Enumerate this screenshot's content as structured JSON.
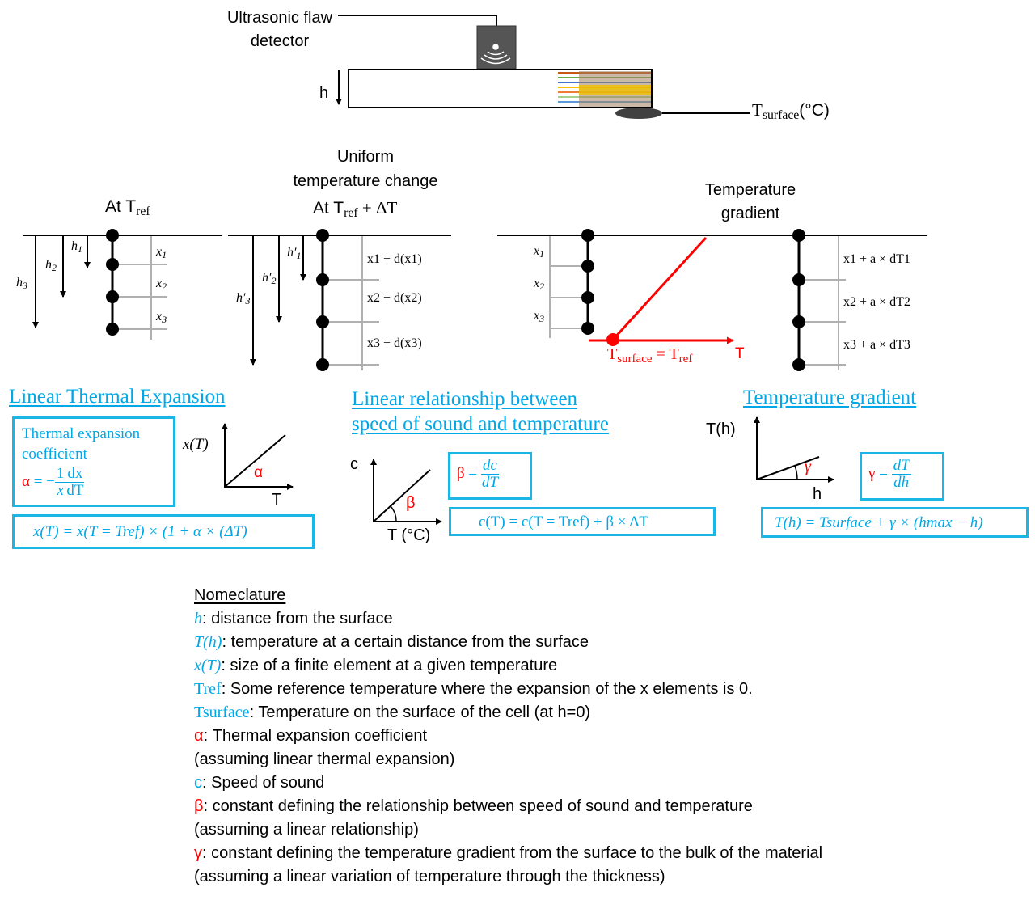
{
  "setup": {
    "detector_label_1": "Ultrasonic flaw",
    "detector_label_2": "detector",
    "h_label": "h",
    "tsurface_T": "T",
    "tsurface_sub": "surface",
    "tsurface_unit": "(°C)"
  },
  "panels": {
    "at_tref_prefix": "At T",
    "at_tref_sub": "ref",
    "uniform_line1": "Uniform",
    "uniform_line2": "temperature change",
    "at_tref_dt_prefix": "At T",
    "at_tref_dt_sub": "ref",
    "at_tref_dt_suffix": " + ΔT",
    "gradient_line1": "Temperature",
    "gradient_line2": "gradient",
    "h_labels": [
      "h",
      "h",
      "h"
    ],
    "h_subs": [
      "1",
      "2",
      "3"
    ],
    "hp_labels": [
      "h′",
      "h′",
      "h′"
    ],
    "x_labels": [
      "x",
      "x",
      "x"
    ],
    "x_subs": [
      "1",
      "2",
      "3"
    ],
    "dx_labels": [
      "x1 + d(x1)",
      "x2 + d(x2)",
      "x3 + d(x3)"
    ],
    "adt_labels": [
      "x1 + a × dT1",
      "x2 + a × dT2",
      "x3 + a × dT3"
    ],
    "tsurf_eq_T": "T",
    "tsurf_eq_sub": "surface",
    "tsurf_eq_mid": " = T",
    "tsurf_eq_sub2": "ref",
    "t_axis": "T"
  },
  "sections": {
    "linear_thermal": "Linear Thermal Expansion",
    "linear_sound_1": "Linear relationship between",
    "linear_sound_2": "speed of sound and temperature",
    "temp_gradient": "Temperature gradient"
  },
  "thermal": {
    "coef_line1": "Thermal expansion",
    "coef_line2": "coefficient",
    "alpha": "α",
    "eq_one": "1",
    "eq_dx": "dx",
    "eq_x": "x",
    "eq_dT": "dT",
    "axis_y": "x(T)",
    "axis_x": "T",
    "angle": "α",
    "formula": "x(T) = x(T = Tref) × (1 + α × (ΔT)"
  },
  "sound": {
    "axis_y": "c",
    "axis_x": "T (°C)",
    "angle": "β",
    "beta": "β",
    "dc": "dc",
    "dT": "dT",
    "formula": "c(T) = c(T = Tref) + β × ΔT"
  },
  "gradient": {
    "axis_y": "T(h)",
    "axis_x": "h",
    "angle": "γ",
    "gamma": "γ",
    "dT": "dT",
    "dh": "dh",
    "formula": "T(h) = Tsurface + γ × (hmax − h)"
  },
  "nomenclature": {
    "title": "Nomeclature",
    "items": [
      {
        "sym": "h",
        "text": ": distance from the surface"
      },
      {
        "sym": "T(h)",
        "text": ": temperature at a certain distance from the surface"
      },
      {
        "sym": "x(T)",
        "text": ": size of a finite element at a given temperature"
      },
      {
        "sym": "Tref",
        "text": ": Some reference temperature where the expansion of the x elements is 0."
      },
      {
        "sym": "Tsurface",
        "text": ": Temperature on the surface of the cell (at h=0)"
      },
      {
        "sym": "α",
        "text": ": Thermal expansion coefficient"
      },
      {
        "sym": "",
        "text": "(assuming linear thermal expansion)"
      },
      {
        "sym": "c",
        "text": ": Speed of sound"
      },
      {
        "sym": "β",
        "text": ": constant defining the relationship between speed of sound and temperature"
      },
      {
        "sym": "",
        "text": "(assuming a linear relationship)"
      },
      {
        "sym": "γ",
        "text": ": constant defining the temperature gradient from the surface to the bulk of the material"
      },
      {
        "sym": "",
        "text": "(assuming a linear variation of temperature through the thickness)"
      }
    ]
  },
  "colors": {
    "accent": "#00a8e8",
    "box_border": "#1ab6e6",
    "red": "#ff0000",
    "grey": "#b0b0b0",
    "probe": "#555555"
  }
}
